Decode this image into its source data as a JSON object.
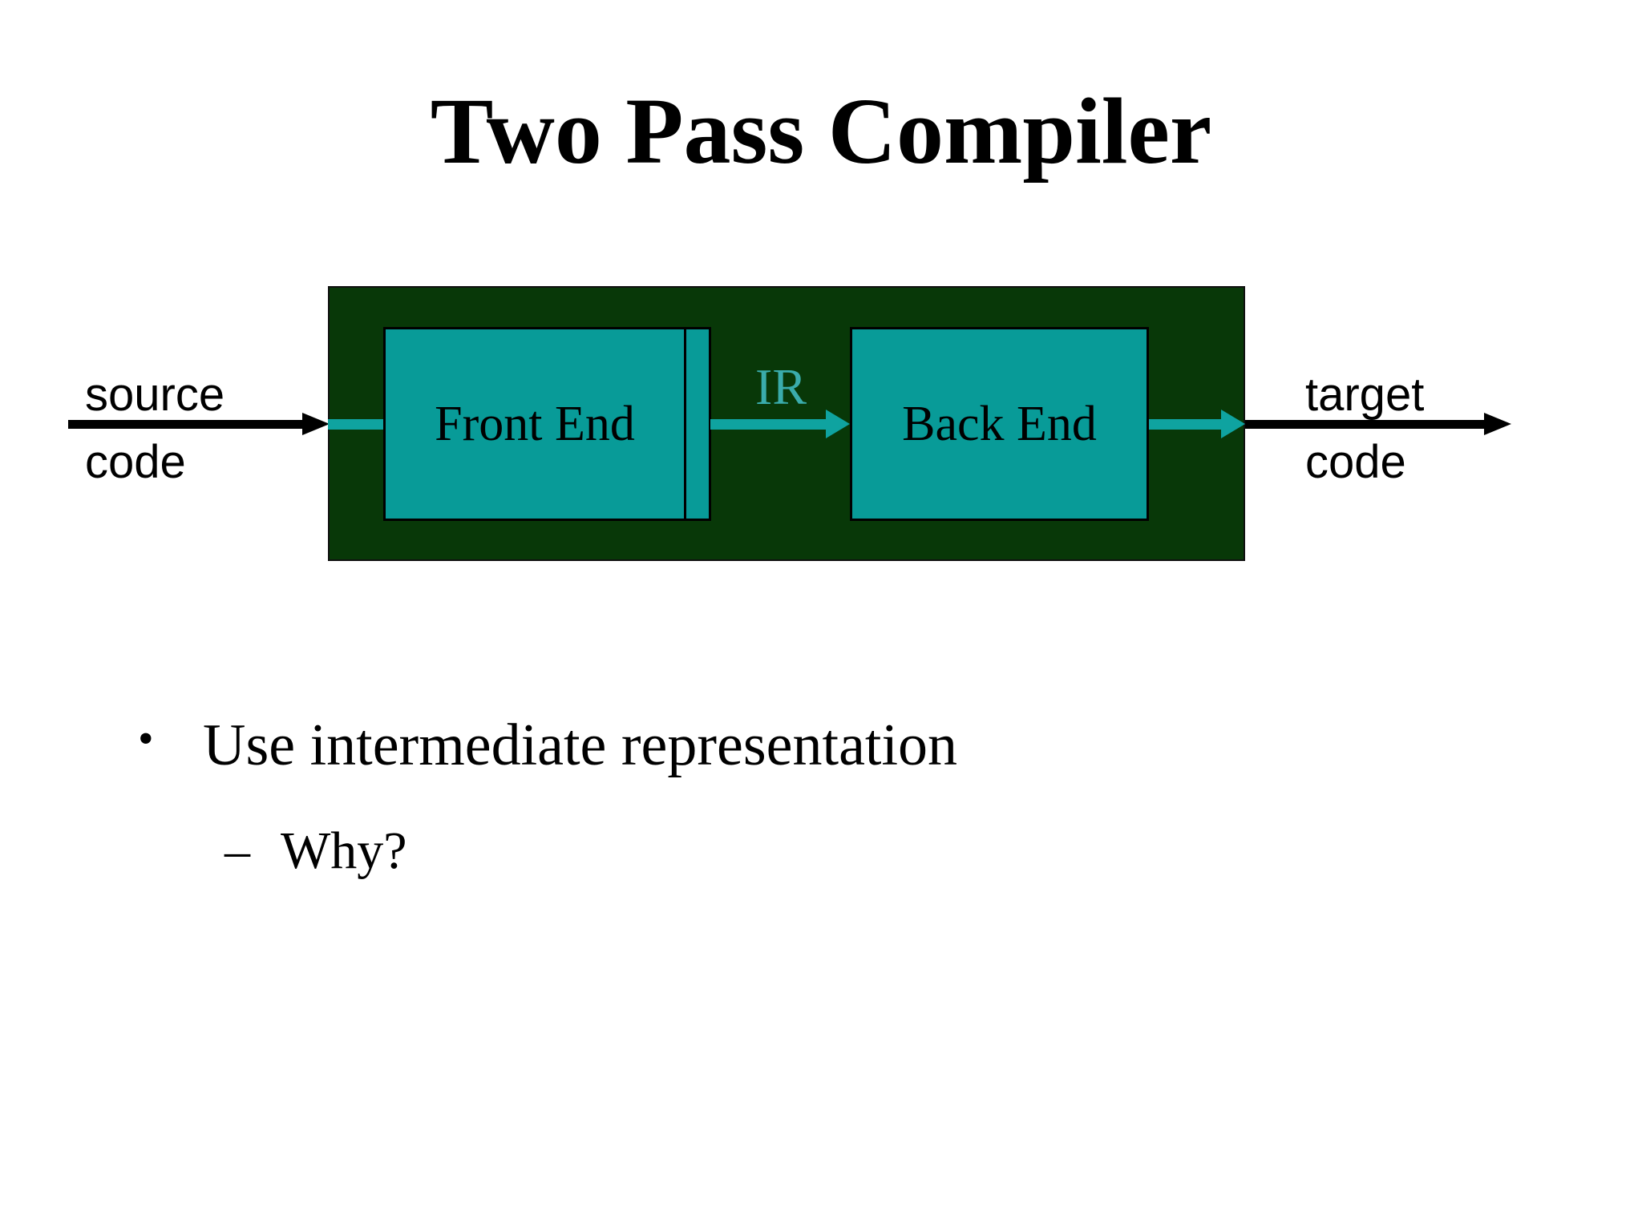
{
  "slide": {
    "title": "Two Pass Compiler",
    "bullets": [
      {
        "marker": "•",
        "text": "Use intermediate representation"
      },
      {
        "marker": "–",
        "text": "Why?"
      }
    ]
  },
  "diagram": {
    "front_end_label": "Front End",
    "back_end_label": "Back End",
    "ir_label": "IR",
    "source_label": {
      "line1": "source",
      "line2": "code"
    },
    "target_label": {
      "line1": "target",
      "line2": "code"
    }
  },
  "colors": {
    "container_green": "#083808",
    "box_teal": "#089B98",
    "arrow_teal": "#0FA3A0",
    "ir_text_teal": "#3AACAC",
    "arrow_black": "#000000",
    "text_black": "#000000",
    "page_bg": "#FFFFFF"
  }
}
